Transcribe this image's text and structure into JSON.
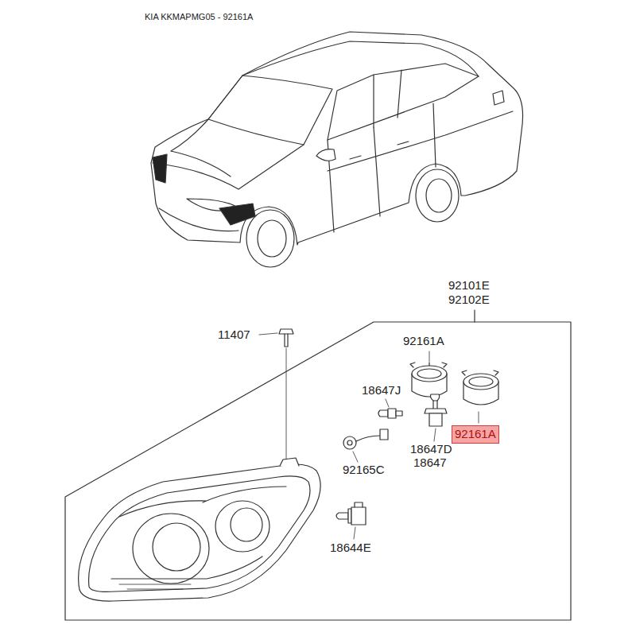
{
  "diagram": {
    "title": "KIA KKMAPMG05 - 92161A",
    "nodes": [
      {
        "text": [
          "92161A"
        ]
      }
    ],
    "labels": [
      "92101E",
      "92102E",
      "11407",
      "92161A",
      "18647J",
      "18647D",
      "18647",
      "92165C",
      "18644E"
    ]
  }
}
